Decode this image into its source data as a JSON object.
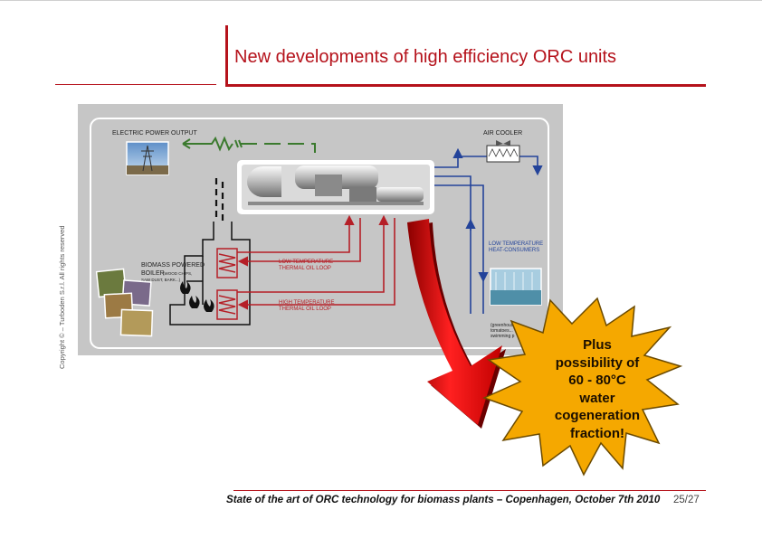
{
  "slide": {
    "title": "New developments of high efficiency ORC units",
    "copyright": "Copyright © – Turboden S.r.l. All rights reserved",
    "footer": "State of the art of ORC technology for biomass plants – Copenhagen, October 7th 2010",
    "page_number": "25/27"
  },
  "diagram": {
    "electric_output_label": "ELECTRIC POWER OUTPUT",
    "air_cooler_label": "AIR COOLER",
    "low_temp_consumers_label_1": "LOW TEMPERATURE",
    "low_temp_consumers_label_2": "HEAT-CONSUMERS",
    "boiler_label_1": "BIOMASS POWERED",
    "boiler_label_2": "BOILER",
    "boiler_label_3": "(WOOD CHIPS,",
    "boiler_label_4": "SAW DUST, BARK...)",
    "low_loop_label_1": "LOW TEMPERATURE",
    "low_loop_label_2": "THERMAL OIL LOOP",
    "high_loop_label_1": "HIGH TEMPERATURE",
    "high_loop_label_2": "THERMAL OIL LOOP",
    "consumers_note_1": "(greenhouses,",
    "consumers_note_2": "tomatoes...",
    "consumers_note_3": "swimming p"
  },
  "callout": {
    "lines": [
      "Plus",
      "possibility of",
      "60 - 80°C",
      "water",
      "cogeneration",
      "fraction!"
    ]
  },
  "colors": {
    "brand_red": "#b5121b",
    "star_fill": "#f5a800",
    "arrow_red": "#e01010",
    "diagram_bg": "#c6c6c6",
    "loop_red": "#b51f27",
    "water_blue": "#23439a",
    "power_green": "#3b7a2e"
  }
}
